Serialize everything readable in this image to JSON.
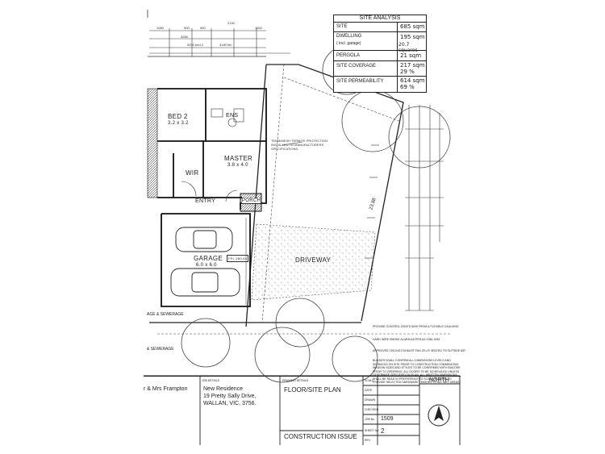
{
  "site_analysis": {
    "title": "SITE ANALYSIS",
    "rows": [
      {
        "label": "SITE",
        "value": "685 sqm",
        "sub": ""
      },
      {
        "label": "DWELLING",
        "value": "195 sqm",
        "sub": "( incl. garage)",
        "value2": "20.7 squares"
      },
      {
        "label": "PERGOLA",
        "value": "21 sqm"
      },
      {
        "label": "SITE COVERAGE",
        "value": "217 sqm",
        "value2": "29 %"
      },
      {
        "label": "SITE PERMEABILITY",
        "value": "614 sqm",
        "value2": "69 %"
      }
    ]
  },
  "rooms": {
    "bed2": "BED 2",
    "bed2_size": "3.2 x 3.2",
    "ens": "ENS",
    "master": "MASTER",
    "master_size": "3.8 x 4.0",
    "wir": "WIR",
    "entry": "ENTRY",
    "porch": "PORCH",
    "garage": "GARAGE",
    "garage_size": "6.0 x 6.0",
    "driveway": "DRIVEWAY",
    "garage_level": "FFL 280.44"
  },
  "annotations": {
    "termite": [
      "TERMIMESH TERMITE PROTECTION",
      "INSTALLED TO MANUFACTURERS",
      "SPECIFICATIONS."
    ],
    "sewerage": "AGE & SEWERAGE",
    "sewerage2": "& SEWERAGE",
    "boundary_dim": "23.88",
    "dim_top": [
      "1080",
      "900",
      "550",
      "2190",
      "1500",
      "3260",
      "5200 bed 2",
      "3180 bth"
    ]
  },
  "notes": [
    "PROVIDE CONTROL JOINTS 6000 FROM & FLEXIBLE CAULKING",
    "HARD WIRE SMOKE ALARM AS PER AS 3786-1993",
    "APPROVED CEILING EXHAUST FAN 25 L/S VENTED TO OUTSIDE AIR",
    "BUILDER SHALL CONFIRM ALL DIMENSIONS LEVELS AND SETBACKS ON SITE PRIOR TO CONSTRUCTION COMMENCING. WINDOW SIZES AND STYLES TO BE CONFIRMED WITH BUILDER PRIOR TO ORDERING. ALL DOORS TO BE SCHEDULED UNLESS OTHERWISE SPECIFIED ON PLAN. ALL WRITTEN DIMENSIONS SHALL BE READ IN PREFERENCE TO SCALE. BUILDER TO PROVIDE SELECTED HARDWARE FINISHES TO ALL WET AREAS."
  ],
  "title_block": {
    "client": "r & Mrs Frampton",
    "project_label": "JOB DETAILS",
    "project": [
      "New Residence",
      "19 Pretty Sally Drive,",
      "WALLAN, VIC, 3756."
    ],
    "drawing_label": "DRAWING DETAILS",
    "drawing_title": "FLOOR/SITE PLAN",
    "issue": "CONSTRUCTION ISSUE",
    "job_no": "1509",
    "sheet_no": "2",
    "fields": [
      "SCALE",
      "DATE",
      "DRAWN",
      "CHECKED",
      "JOB No",
      "SHEET No",
      "REV"
    ],
    "north": "NORTH"
  },
  "colors": {
    "ink": "#1a1a1a",
    "paper": "#ffffff",
    "shade": "#9a9a9a"
  }
}
